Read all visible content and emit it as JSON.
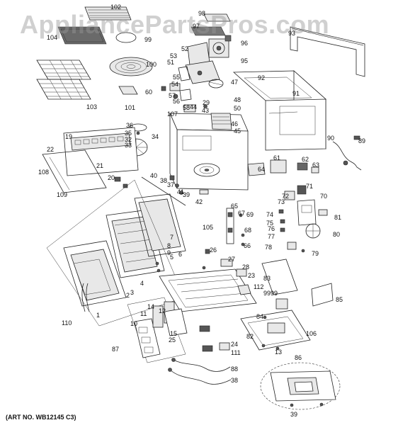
{
  "watermark": "AppliancePartsPros.com",
  "art_number": "(ART NO. WB12145 C3)",
  "callouts": [
    "102",
    "104",
    "99",
    "98",
    "97",
    "96",
    "93",
    "52",
    "53",
    "51",
    "95",
    "100",
    "55",
    "54",
    "60",
    "57",
    "56",
    "58",
    "107",
    "47",
    "48",
    "50",
    "44",
    "29",
    "43",
    "46",
    "45",
    "103",
    "101",
    "92",
    "91",
    "90",
    "89",
    "36",
    "35",
    "32",
    "34",
    "33",
    "19",
    "22",
    "21",
    "20",
    "108",
    "109",
    "40",
    "38",
    "37",
    "41",
    "39",
    "42",
    "61",
    "64",
    "62",
    "63",
    "65",
    "67",
    "69",
    "68",
    "66",
    "105",
    "72",
    "71",
    "73",
    "70",
    "74",
    "75",
    "76",
    "77",
    "81",
    "80",
    "78",
    "79",
    "8",
    "9",
    "4",
    "5",
    "6",
    "7",
    "3",
    "2",
    "1",
    "110",
    "26",
    "27",
    "28",
    "23",
    "112",
    "82",
    "83",
    "9999",
    "85",
    "84",
    "106",
    "86",
    "13",
    "14",
    "12",
    "11",
    "10",
    "15",
    "25",
    "24",
    "111",
    "87",
    "88",
    "38",
    "39"
  ]
}
